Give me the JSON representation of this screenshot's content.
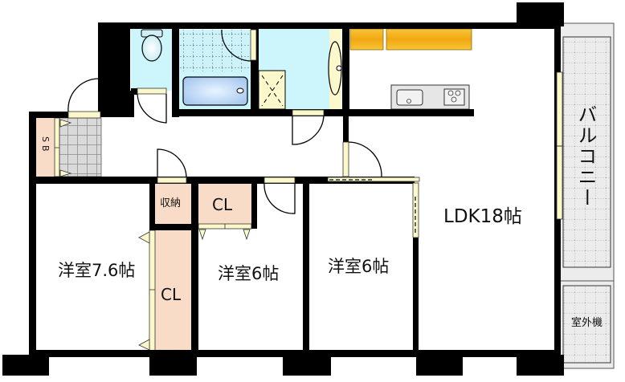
{
  "floorplan": {
    "rooms": [
      {
        "id": "western-room-1",
        "label": "洋室7.6帖"
      },
      {
        "id": "western-room-2",
        "label": "洋室6帖"
      },
      {
        "id": "western-room-3",
        "label": "洋室6帖"
      },
      {
        "id": "ldk",
        "label": "LDK18帖"
      }
    ],
    "storage": {
      "shuno": "収納",
      "closet_small": "CL",
      "closet_tall": "CL",
      "shoe_box": "SB"
    },
    "balcony": {
      "label": "バルコニー"
    },
    "outdoor_unit": {
      "label": "室外機"
    },
    "fixtures": [
      "toilet",
      "bathtub",
      "bath-floor",
      "washbasin",
      "washing-machine-pan",
      "kitchen-sink",
      "stove",
      "kitchen-cabinets"
    ],
    "colors": {
      "wall": "#000000",
      "wet_area": "#ccf6fb",
      "storage": "#f9dcc8",
      "door_frame": "#fbf8cc",
      "cabinet": "#f6b21c",
      "balcony": "#ececec",
      "entrance_tile": "#d8d8d8"
    }
  }
}
